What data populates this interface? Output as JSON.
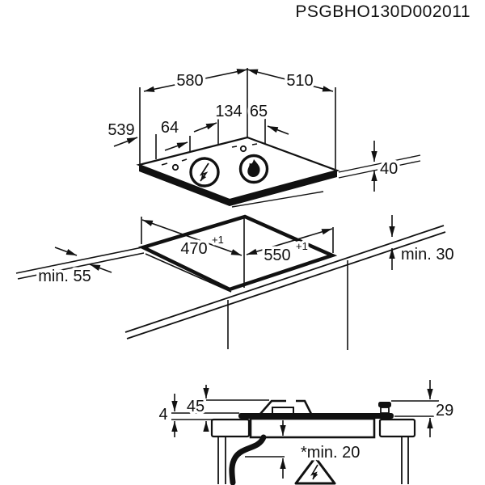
{
  "title": "PSGBHO130D002011",
  "colors": {
    "line": "#111111",
    "background": "#ffffff"
  },
  "top_view": {
    "dim_width": "580",
    "dim_depth": "510",
    "dim_burner_offset_left": "134",
    "dim_burner_offset_right": "65",
    "dim_control_offset": "539",
    "dim_control_spacing": "64",
    "dim_hob_height": "40"
  },
  "cutout_view": {
    "dim_cutout_depth": "470",
    "dim_cutout_depth_tolerance": "+1",
    "dim_cutout_width": "550",
    "dim_cutout_width_tolerance": "+1",
    "dim_front_clearance": "min. 55",
    "dim_worktop_thickness": "min. 30"
  },
  "section_view": {
    "dim_glass_thickness": "4",
    "dim_height_above_worktop": "45",
    "dim_knob_height": "29",
    "dim_bottom_clearance": "*min. 20"
  },
  "icons": {
    "electric_zone": "lightning-in-circle",
    "gas_zone": "flame-in-circle",
    "warning": "lightning-in-triangle"
  }
}
